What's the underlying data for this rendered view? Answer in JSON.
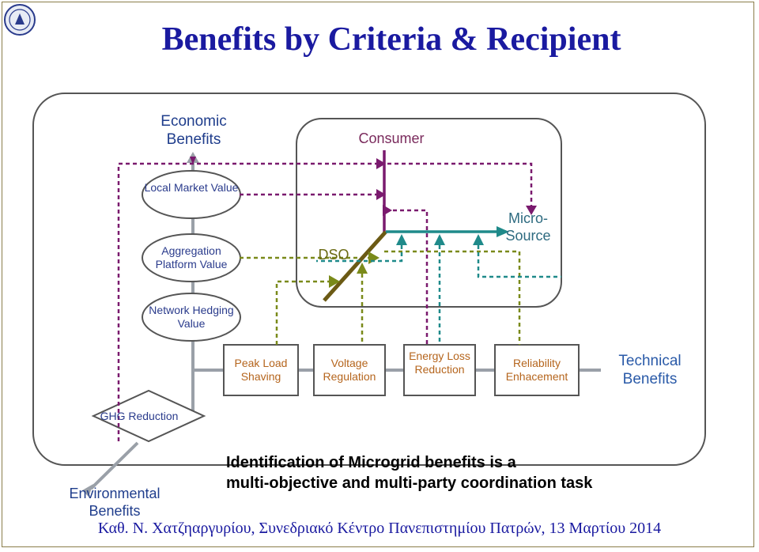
{
  "title": "Benefits by Criteria & Recipient",
  "economic_benefits": "Economic Benefits",
  "consumer": "Consumer",
  "micro_source": "Micro-Source",
  "dso": "DSO",
  "ellipses": [
    "Local Market Value",
    "Aggregation Platform Value",
    "Network Hedging Value"
  ],
  "boxes": [
    "Peak Load Shaving",
    "Voltage Regulation",
    "Energy Loss Reduction",
    "Reliability Enhacement"
  ],
  "technical_benefits": "Technical Benefits",
  "ghg_reduction": "GHG Reduction",
  "environmental_benefits": "Environmental Benefits",
  "identification_line1": "Identification of Microgrid benefits is a",
  "identification_line2": "multi-objective and multi-party coordination task",
  "footer": "Καθ. Ν. Χατζηαργυρίου, Συνεδριακό Κέντρο Πανεπιστημίου Πατρών, 13 Μαρτίου 2014",
  "colors": {
    "title": "#1a1aa0",
    "consumer_line": "#7a1a6e",
    "micro_line": "#1f8a8a",
    "dso_line": "#7a8a1a",
    "gray_line": "#9aa0a8"
  }
}
